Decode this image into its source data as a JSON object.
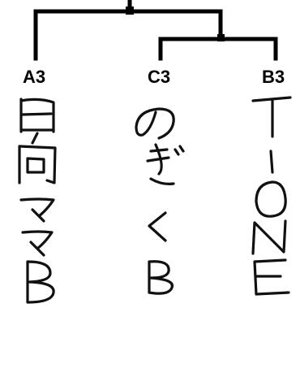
{
  "bracket": {
    "nodes": [
      {
        "code": "A3",
        "name": [
          "日",
          "向",
          "マ",
          "マ",
          "B"
        ]
      },
      {
        "code": "C3",
        "name": [
          "の",
          "ぎ",
          "く",
          "B"
        ]
      },
      {
        "code": "B3",
        "name": [
          "T",
          "-",
          "O",
          "N",
          "E"
        ]
      }
    ]
  }
}
